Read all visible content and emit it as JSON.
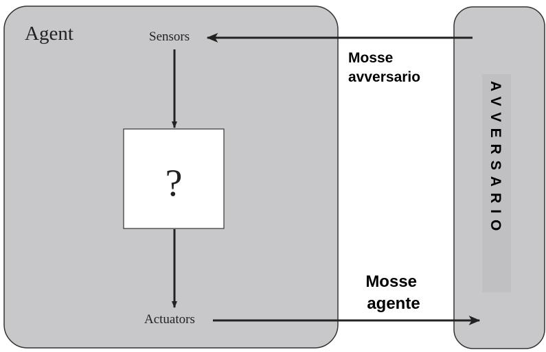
{
  "agent": {
    "title": "Agent",
    "sensors_label": "Sensors",
    "actuators_label": "Actuators",
    "unknown_symbol": "?"
  },
  "opponent": {
    "label": "AVVERSARIO"
  },
  "edges": {
    "opponent_moves": [
      "Mosse",
      "avversario"
    ],
    "agent_moves": [
      "Mosse",
      "agente"
    ]
  },
  "colors": {
    "panel_fill": "#c8c8ca",
    "panel_stroke": "#333333",
    "label_strip": "#c0c0c2",
    "arrow": "#222222",
    "box_fill": "#ffffff"
  }
}
